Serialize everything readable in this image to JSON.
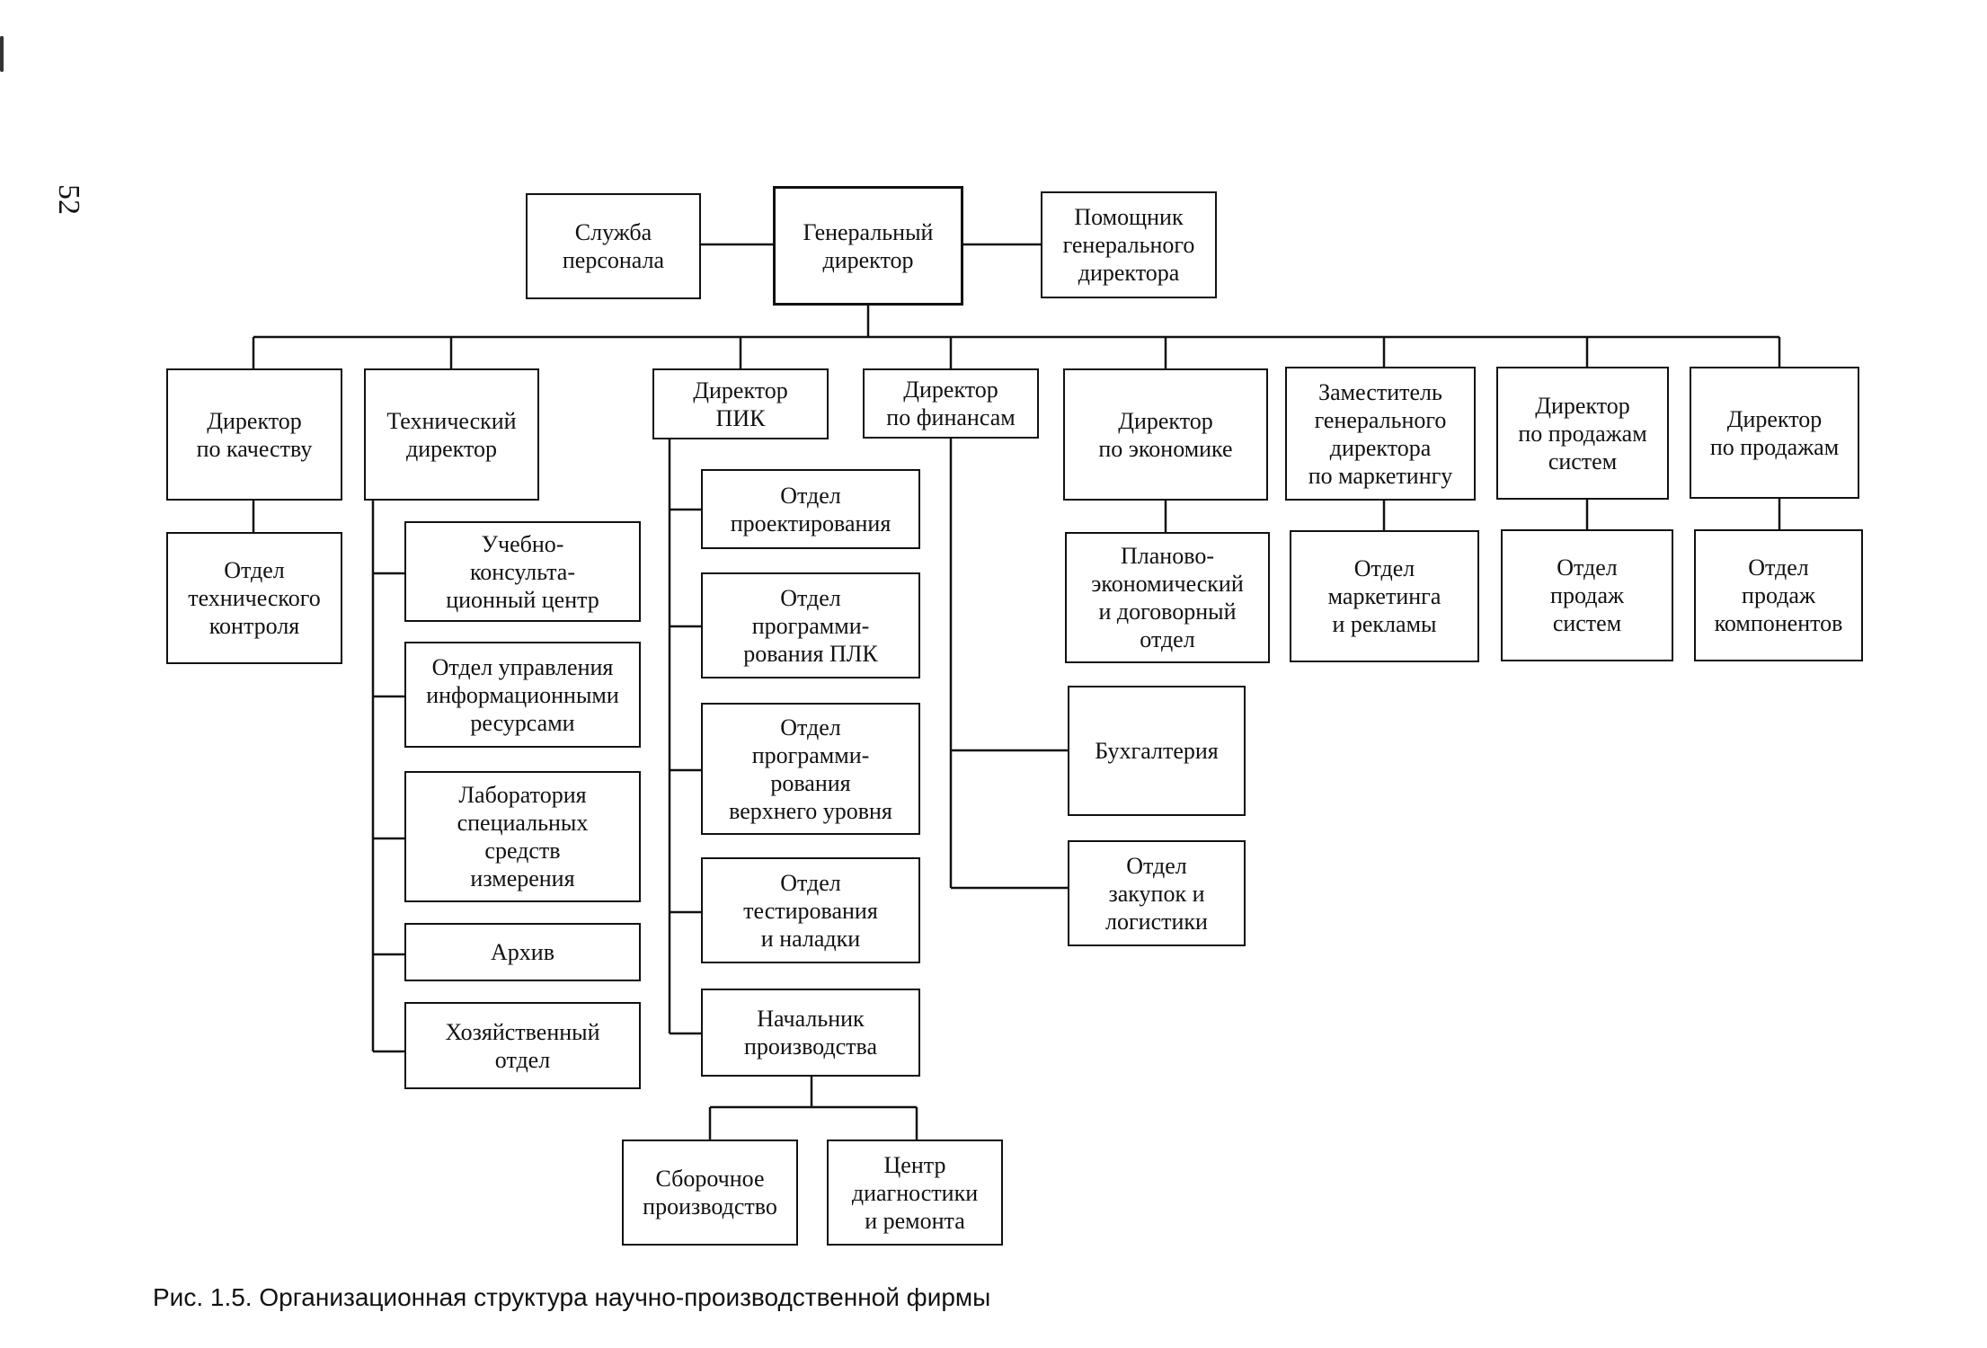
{
  "page_number": "52",
  "caption": "Рис. 1.5. Организационная структура научно-производственной фирмы",
  "boxes": [
    {
      "id": "hr",
      "text": "Служба\nперсонала"
    },
    {
      "id": "ceo",
      "text": "Генеральный\nдиректор"
    },
    {
      "id": "assistant",
      "text": "Помощник\nгенерального\nдиректора"
    },
    {
      "id": "quality",
      "text": "Директор\nпо качеству"
    },
    {
      "id": "tech",
      "text": "Технический\nдиректор"
    },
    {
      "id": "pik",
      "text": "Директор\nПИК"
    },
    {
      "id": "finance",
      "text": "Директор\nпо финансам"
    },
    {
      "id": "economy",
      "text": "Директор\nпо экономике"
    },
    {
      "id": "marketing",
      "text": "Заместитель\nгенерального\nдиректора\nпо маркетингу"
    },
    {
      "id": "sys-sales",
      "text": "Директор\nпо продажам\nсистем"
    },
    {
      "id": "sales",
      "text": "Директор\nпо продажам"
    },
    {
      "id": "qc",
      "text": "Отдел\nтехнического\nконтроля"
    },
    {
      "id": "training",
      "text": "Учебно-\nконсульта-\nционный центр"
    },
    {
      "id": "info",
      "text": "Отдел управления\nинформационными\nресурсами"
    },
    {
      "id": "lab",
      "text": "Лаборатория\nспециальных\nсредств\nизмерения"
    },
    {
      "id": "archive",
      "text": "Архив"
    },
    {
      "id": "household",
      "text": "Хозяйственный\nотдел"
    },
    {
      "id": "design",
      "text": "Отдел\nпроектирования"
    },
    {
      "id": "plc",
      "text": "Отдел\nпрограмми-\nрования ПЛК"
    },
    {
      "id": "toplevel",
      "text": "Отдел\nпрограмми-\nрования\nверхнего уровня"
    },
    {
      "id": "testing",
      "text": "Отдел\nтестирования\nи наладки"
    },
    {
      "id": "production",
      "text": "Начальник\nпроизводства"
    },
    {
      "id": "assembly",
      "text": "Сборочное\nпроизводство"
    },
    {
      "id": "diagnostics",
      "text": "Центр\nдиагностики\nи ремонта"
    },
    {
      "id": "accounting",
      "text": "Бухгалтерия"
    },
    {
      "id": "purchasing",
      "text": "Отдел\nзакупок и\nлогистики"
    },
    {
      "id": "planning",
      "text": "Планово-\nэкономический\nи договорный\nотдел"
    },
    {
      "id": "marketing-dept",
      "text": "Отдел\nмаркетинга\nи рекламы"
    },
    {
      "id": "sys-sales-dept",
      "text": "Отдел\nпродаж\nсистем"
    },
    {
      "id": "comp-sales-dept",
      "text": "Отдел\nпродаж\nкомпонентов"
    }
  ]
}
